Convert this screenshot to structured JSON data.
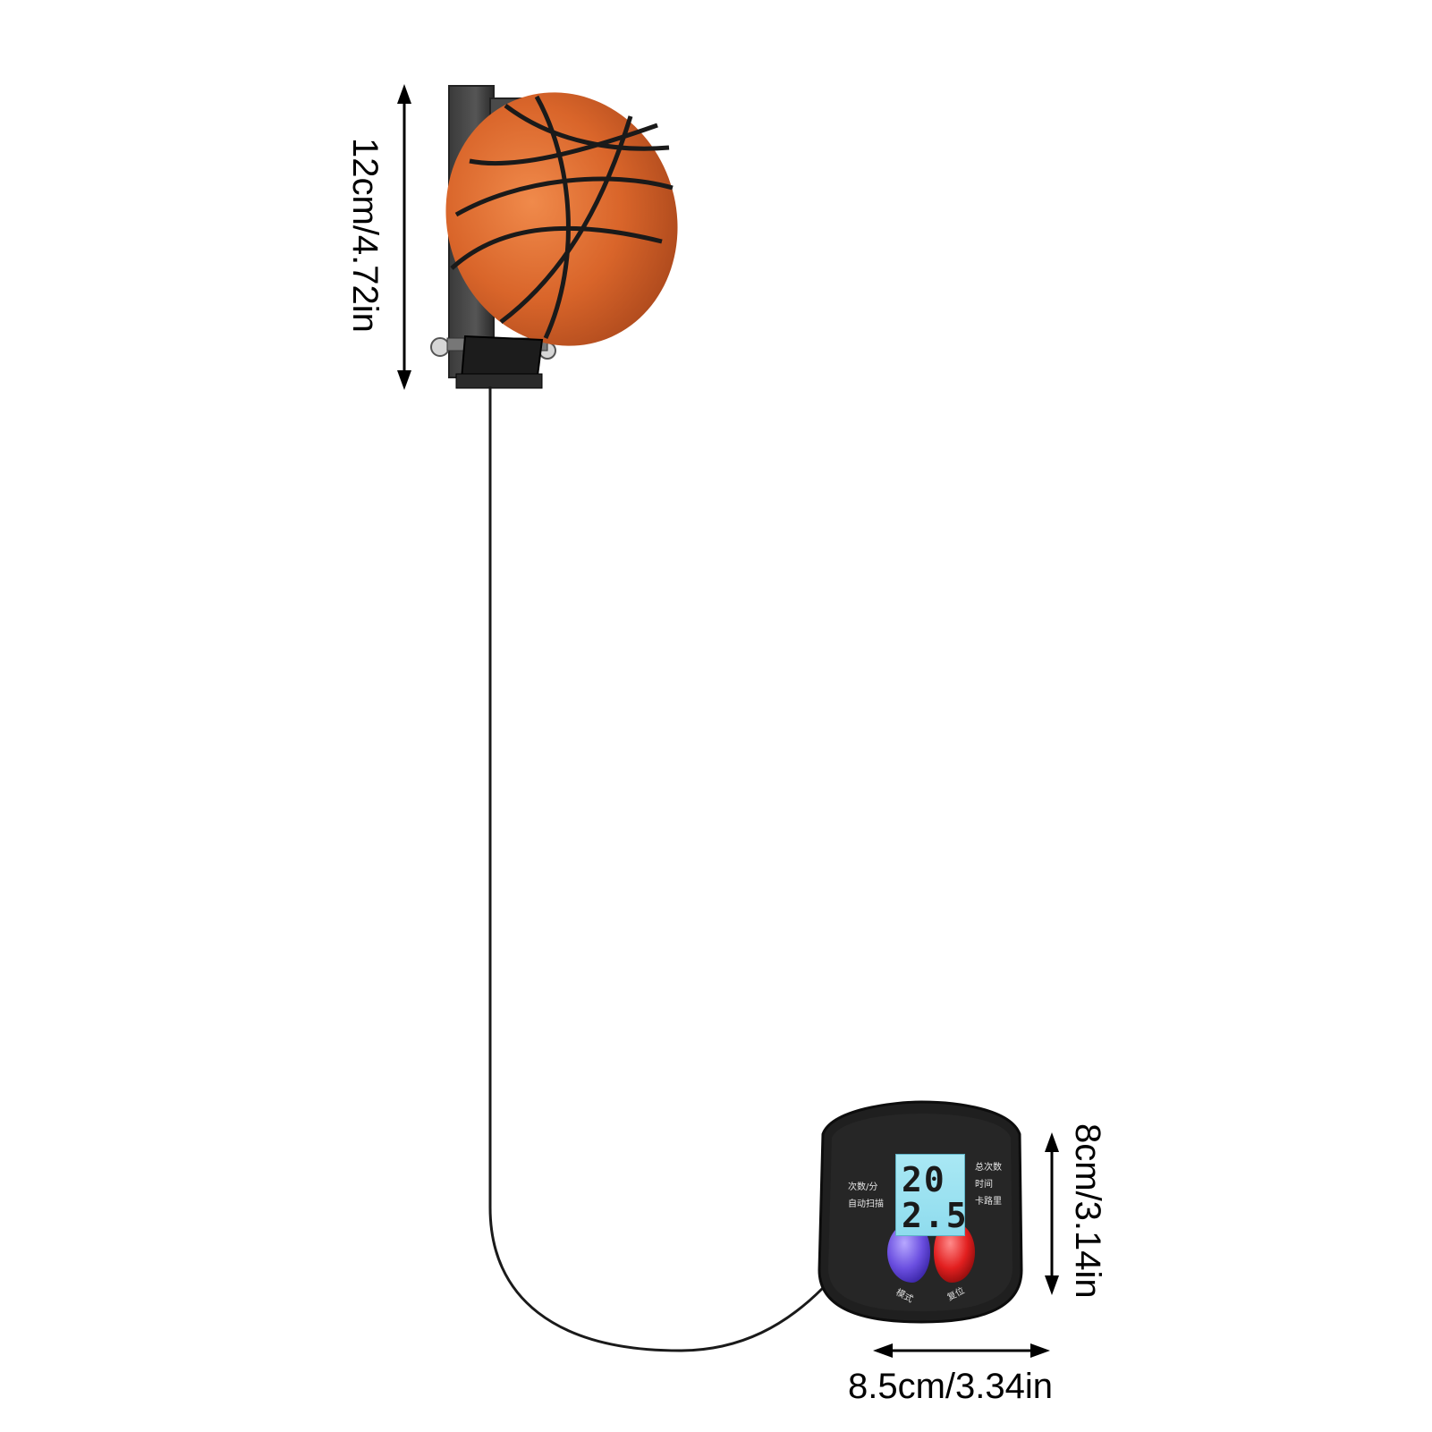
{
  "dimensions": {
    "ball_height": "12cm/4.72in",
    "counter_height": "8cm/3.14in",
    "counter_width": "8.5cm/3.34in"
  },
  "display": {
    "top_value": "20",
    "bottom_value": "2.5"
  },
  "panel": {
    "left_line_1": "次数/分",
    "left_line_2": "自动扫描",
    "right_line_1": "总次数",
    "right_line_2": "时间",
    "right_line_3": "卡路里",
    "button_left": "模式",
    "button_right": "复位"
  },
  "colors": {
    "ball": "#d9652a",
    "counter_body": "#1f1f1f",
    "lcd": "#9fe2f1",
    "button_mode": "#6b4fe0",
    "button_reset": "#e21f1f"
  },
  "icons": {
    "arrow_head": "arrow-head-icon"
  }
}
